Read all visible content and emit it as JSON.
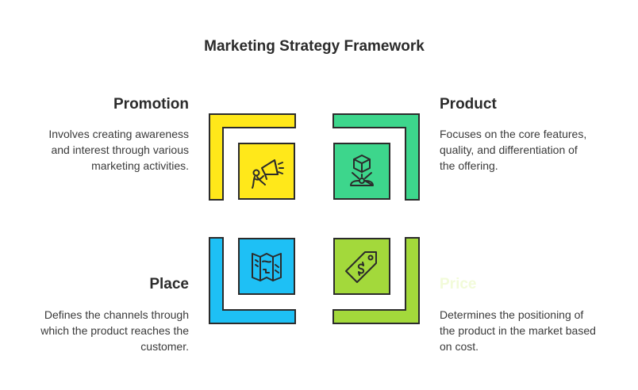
{
  "title": "Marketing Strategy Framework",
  "quadrants": {
    "promotion": {
      "heading": "Promotion",
      "lines": [
        "Involves creating awareness",
        "and interest through various",
        "marketing activities."
      ],
      "color": "#FFE81A",
      "icon": "megaphone-icon"
    },
    "product": {
      "heading": "Product",
      "lines": [
        "Focuses on the core features,",
        "quality, and differentiation of",
        "the offering."
      ],
      "color": "#3DD68C",
      "icon": "product-box-icon"
    },
    "place": {
      "heading": "Place",
      "lines": [
        "Defines the channels through",
        "which the product reaches the",
        "customer."
      ],
      "color": "#1EC0F5",
      "icon": "map-icon"
    },
    "price": {
      "heading": "Price",
      "lines": [
        "Determines the positioning of",
        "the product in the market based",
        "on cost."
      ],
      "color": "#A3D93B",
      "heading_color": "#F2FBD9",
      "icon": "price-tag-icon"
    }
  }
}
